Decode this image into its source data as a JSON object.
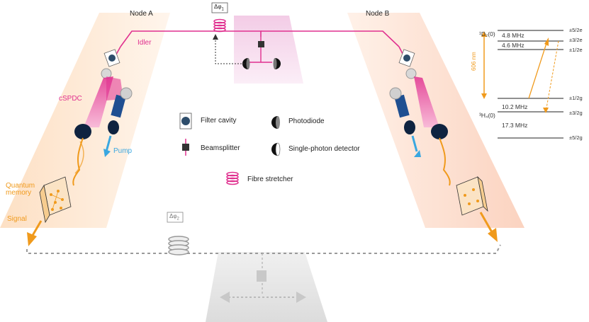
{
  "diagram": {
    "node_a_label": "Node A",
    "node_b_label": "Node B",
    "phase_top_label": "Δφ",
    "phase_top_sub": "1",
    "phase_bottom_label": "Δφ",
    "phase_bottom_sub": "2",
    "labels": {
      "idler": "Idler",
      "cspdc": "cSPDC",
      "pump": "Pump",
      "quantum_memory": "Quantum memory",
      "signal": "Signal"
    },
    "legend": {
      "filter_cavity": "Filter cavity",
      "beamsplitter": "Beamsplitter",
      "fibre_stretcher": "Fibre stretcher",
      "photodiode": "Photodiode",
      "single_photon_detector": "Single-photon detector"
    },
    "levels": {
      "upper_state": "¹D₂(0)",
      "lower_state": "³H₄(0)",
      "wavelength": "606 nm",
      "split_e1": "4.8 MHz",
      "split_e2": "4.6 MHz",
      "split_g1": "10.2 MHz",
      "split_g2": "17.3 MHz",
      "e_levels": [
        "±5/2e",
        "±3/2e",
        "±1/2e"
      ],
      "g_levels": [
        "±1/2g",
        "±3/2g",
        "±5/2g"
      ]
    },
    "colors": {
      "magenta": "#e0308f",
      "orange": "#f09a1c",
      "blue": "#3aa7e0",
      "node_bg": "#fde3cc",
      "center_bg": "#f6d4ea",
      "gray": "#d9d9d9"
    }
  }
}
